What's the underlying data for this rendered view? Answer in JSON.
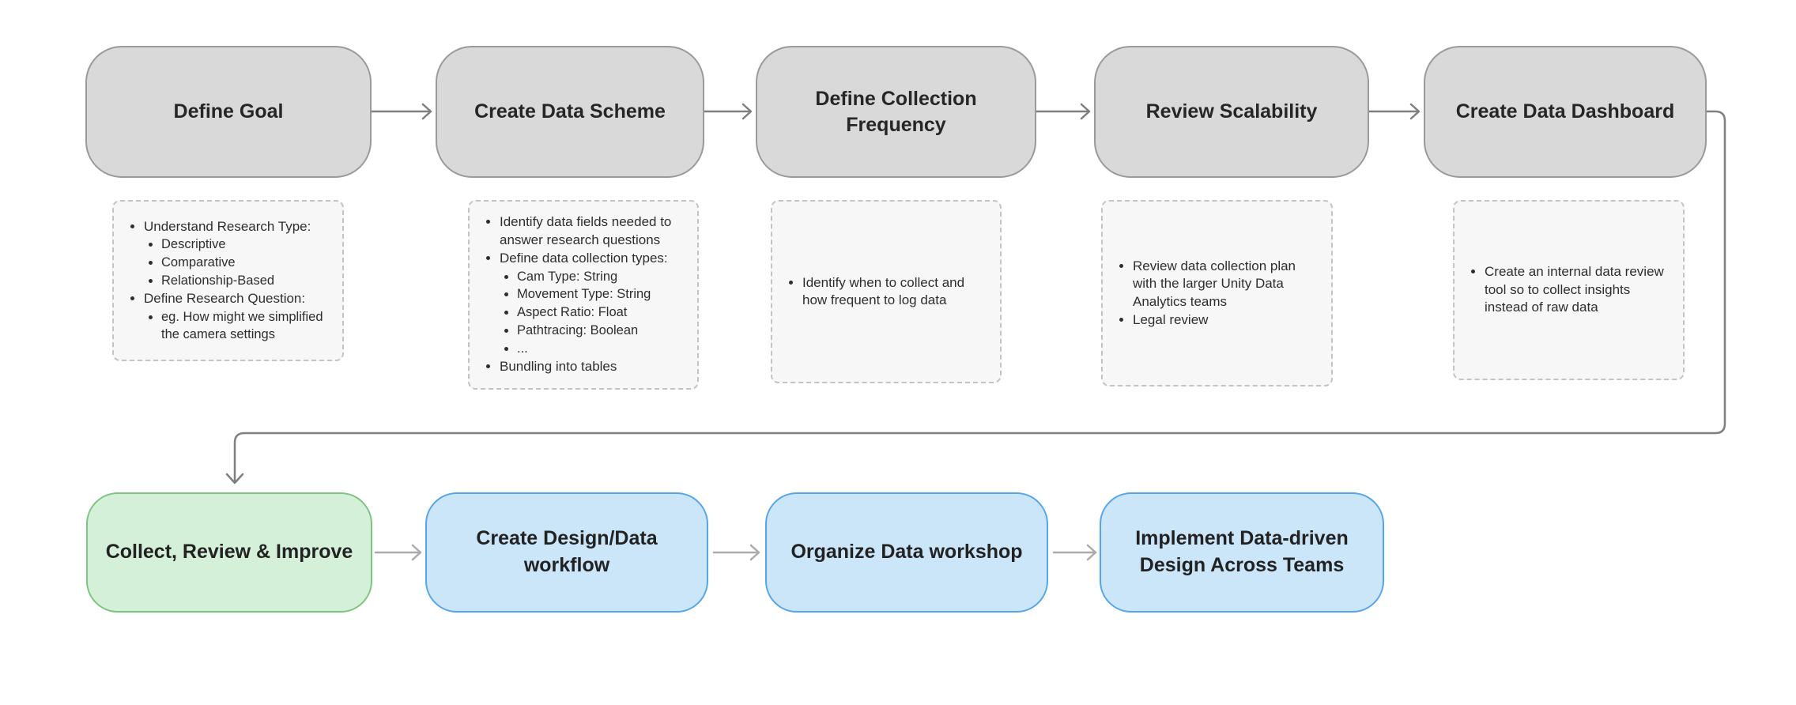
{
  "colors": {
    "stage_fill": "#d9d9d9",
    "stage_border": "#9a9a9a",
    "note_fill": "#f7f7f7",
    "note_border": "#c4c4c4",
    "green_fill": "#d4f0d8",
    "green_border": "#7cc47f",
    "blue_fill": "#cbe5f9",
    "blue_border": "#55a5ec",
    "arrow_dark": "#7f7f7f",
    "arrow_light": "#ababab",
    "text": "#262626"
  },
  "stages": [
    {
      "label": "Define Goal",
      "bullets": [
        {
          "t": "Understand Research Type:",
          "c": [
            {
              "t": "Descriptive"
            },
            {
              "t": "Comparative"
            },
            {
              "t": "Relationship-Based"
            }
          ]
        },
        {
          "t": "Define Research Question:",
          "c": [
            {
              "t": "eg. How might we simplified the camera settings"
            }
          ]
        }
      ]
    },
    {
      "label": "Create Data Scheme",
      "bullets": [
        {
          "t": "Identify data fields needed to answer research questions"
        },
        {
          "t": "Define data collection types:",
          "c": [
            {
              "t": "Cam Type: String"
            },
            {
              "t": "Movement Type: String"
            },
            {
              "t": "Aspect Ratio: Float"
            },
            {
              "t": "Pathtracing: Boolean"
            },
            {
              "t": "..."
            }
          ]
        },
        {
          "t": "Bundling into tables"
        }
      ]
    },
    {
      "label": "Define Collection Frequency",
      "bullets": [
        {
          "t": "Identify when to collect and how frequent to log data"
        }
      ]
    },
    {
      "label": "Review Scalability",
      "bullets": [
        {
          "t": "Review data collection plan with the larger Unity Data Analytics teams"
        },
        {
          "t": "Legal review"
        }
      ]
    },
    {
      "label": "Create Data Dashboard",
      "bullets": [
        {
          "t": "Create an internal data review tool so to collect insights instead of raw data"
        }
      ]
    }
  ],
  "bottom_stages": [
    {
      "label": "Collect, Review & Improve",
      "variant": "green"
    },
    {
      "label": "Create Design/Data workflow",
      "variant": "blue"
    },
    {
      "label": "Organize Data workshop",
      "variant": "blue"
    },
    {
      "label": "Implement Data-driven Design Across Teams",
      "variant": "blue"
    }
  ]
}
